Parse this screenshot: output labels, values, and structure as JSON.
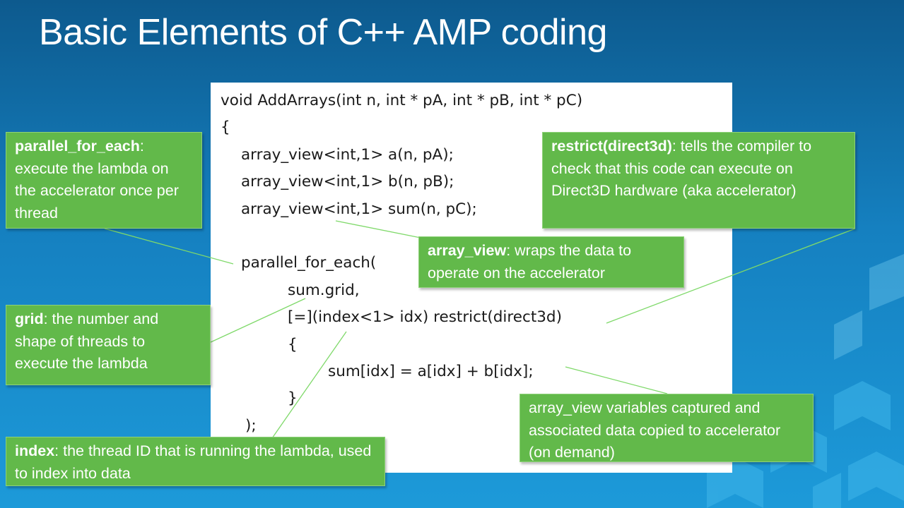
{
  "title": "Basic Elements of C++ AMP coding",
  "code_lines": [
    "void AddArrays(int n, int * pA, int * pB, int * pC)",
    "{",
    "array_view<int,1> a(n, pA);",
    "array_view<int,1> b(n, pB);",
    "array_view<int,1> sum(n, pC);",
    "parallel_for_each(",
    "sum.grid,",
    "[=](index<1> idx) restrict(direct3d)",
    "{",
    "sum[idx] = a[idx] + b[idx];",
    "}",
    ");"
  ],
  "callouts": {
    "parallel_for_each": {
      "term": "parallel_for_each",
      "text": ": execute the lambda on the accelerator once per thread"
    },
    "restrict": {
      "term": "restrict(direct3d)",
      "text": ": tells the compiler to check that this code can execute on Direct3D hardware (aka accelerator)"
    },
    "array_view": {
      "term": "array_view",
      "text": ": wraps the data to operate on the accelerator"
    },
    "grid": {
      "term": "grid",
      "text": ": the number and shape of threads to execute the lambda"
    },
    "captured": {
      "text": "array_view variables captured and associated data copied to accelerator (on demand)"
    },
    "index": {
      "term": "index",
      "text": ": the thread ID that is running the lambda, used to index into data"
    }
  },
  "colors": {
    "background_top": "#0d5a8e",
    "background_bottom": "#1d9ad9",
    "callout_green": "#62b94a",
    "code_panel": "#ffffff"
  }
}
